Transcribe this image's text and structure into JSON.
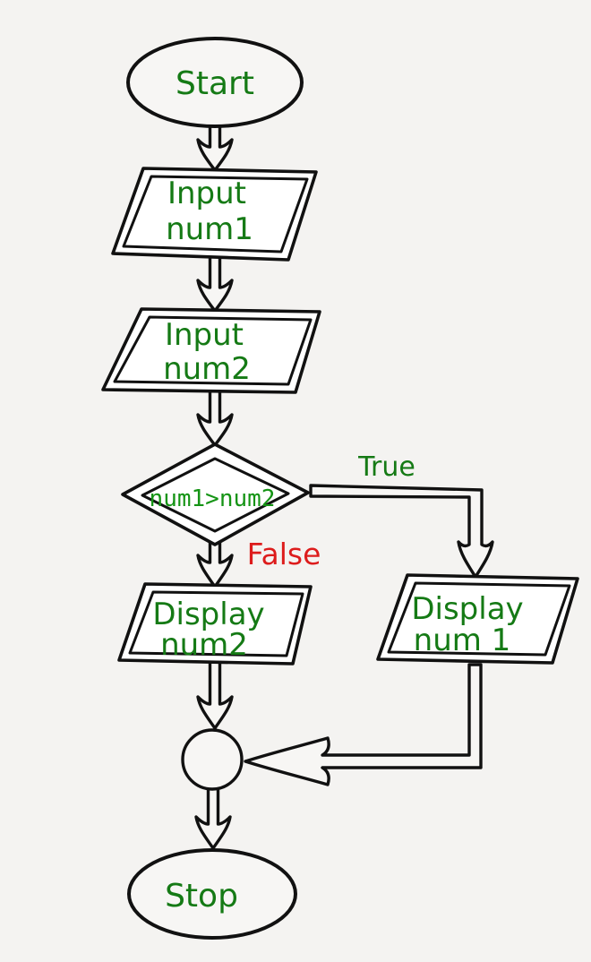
{
  "diagram": {
    "type": "flowchart",
    "nodes": {
      "start": {
        "shape": "terminator",
        "label": "Start"
      },
      "input_num1": {
        "shape": "parallelogram",
        "line1": "Input",
        "line2": "num1"
      },
      "input_num2": {
        "shape": "parallelogram",
        "line1": "Input",
        "line2": "num2"
      },
      "decision": {
        "shape": "diamond",
        "label": "num1>num2"
      },
      "display_num1": {
        "shape": "parallelogram",
        "line1": "Display",
        "line2": "num 1"
      },
      "display_num2": {
        "shape": "parallelogram",
        "line1": "Display",
        "line2": "num2"
      },
      "connector": {
        "shape": "circle"
      },
      "stop": {
        "shape": "terminator",
        "label": "Stop"
      }
    },
    "edge_labels": {
      "true_branch": "True",
      "false_branch": "False"
    },
    "colors": {
      "label_green": "#157a15",
      "decision_green": "#159415",
      "false_red": "#dd1c1c",
      "line_stroke": "#111111",
      "background": "#f4f3f1",
      "shape_fill": "#ffffff"
    }
  }
}
